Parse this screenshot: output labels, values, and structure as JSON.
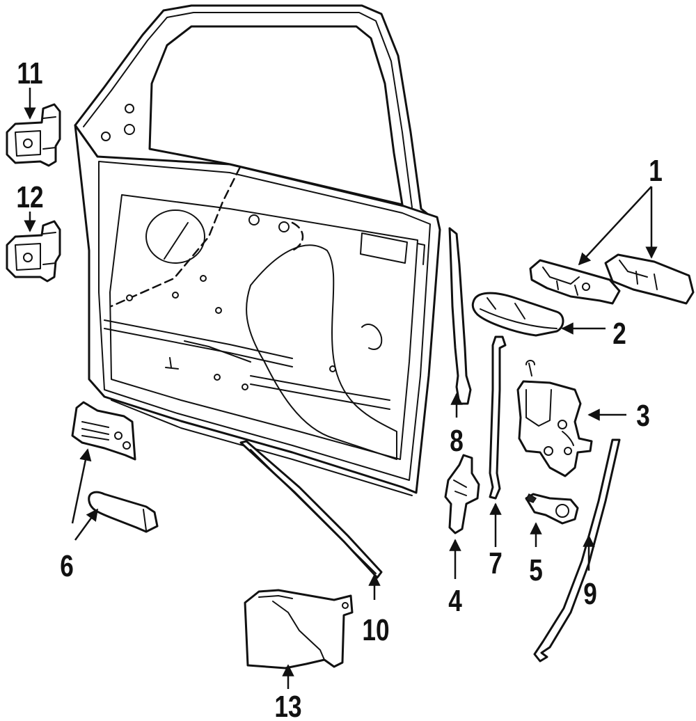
{
  "diagram": {
    "callouts": [
      {
        "id": "callout-1",
        "text": "1"
      },
      {
        "id": "callout-2",
        "text": "2"
      },
      {
        "id": "callout-3",
        "text": "3"
      },
      {
        "id": "callout-4",
        "text": "4"
      },
      {
        "id": "callout-5",
        "text": "5"
      },
      {
        "id": "callout-6",
        "text": "6"
      },
      {
        "id": "callout-7",
        "text": "7"
      },
      {
        "id": "callout-8",
        "text": "8"
      },
      {
        "id": "callout-9",
        "text": "9"
      },
      {
        "id": "callout-10",
        "text": "10"
      },
      {
        "id": "callout-11",
        "text": "11"
      },
      {
        "id": "callout-12",
        "text": "12"
      },
      {
        "id": "callout-13",
        "text": "13"
      }
    ]
  }
}
